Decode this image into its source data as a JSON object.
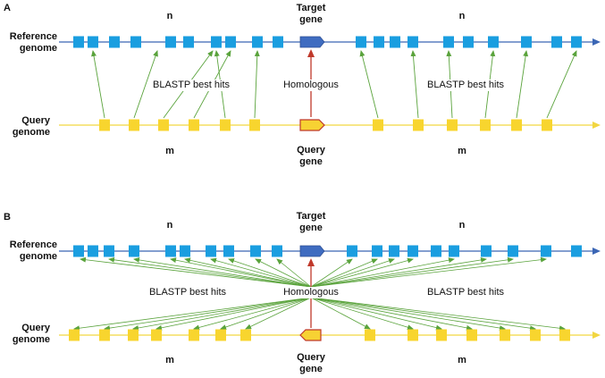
{
  "panels": [
    {
      "letter": "A",
      "reference_label": [
        "Reference",
        "genome"
      ],
      "query_label": [
        "Query",
        "genome"
      ],
      "target_gene_label": [
        "Target",
        "gene"
      ],
      "query_gene_label": [
        "Query",
        "gene"
      ],
      "n_label": "n",
      "m_label": "m",
      "hits_label": "BLASTP best hits",
      "homologous_label": "Homologous"
    },
    {
      "letter": "B",
      "reference_label": [
        "Reference",
        "genome"
      ],
      "query_label": [
        "Query",
        "genome"
      ],
      "target_gene_label": [
        "Target",
        "gene"
      ],
      "query_gene_label": [
        "Query",
        "gene"
      ],
      "n_label": "n",
      "m_label": "m",
      "hits_label": "BLASTP best hits",
      "homologous_label": "Homologous"
    }
  ],
  "colors": {
    "reference_gene": "#1a9ee0",
    "reference_line": "#3b66b5",
    "target_gene": "#3f6cc0",
    "query_gene": "#f8d52e",
    "query_line": "#f2d640",
    "query_gene_fill": "#f7d233",
    "query_gene_border": "#c0392b",
    "hit_arrow": "#5aa33c",
    "homology_arrow": "#c0392b"
  }
}
